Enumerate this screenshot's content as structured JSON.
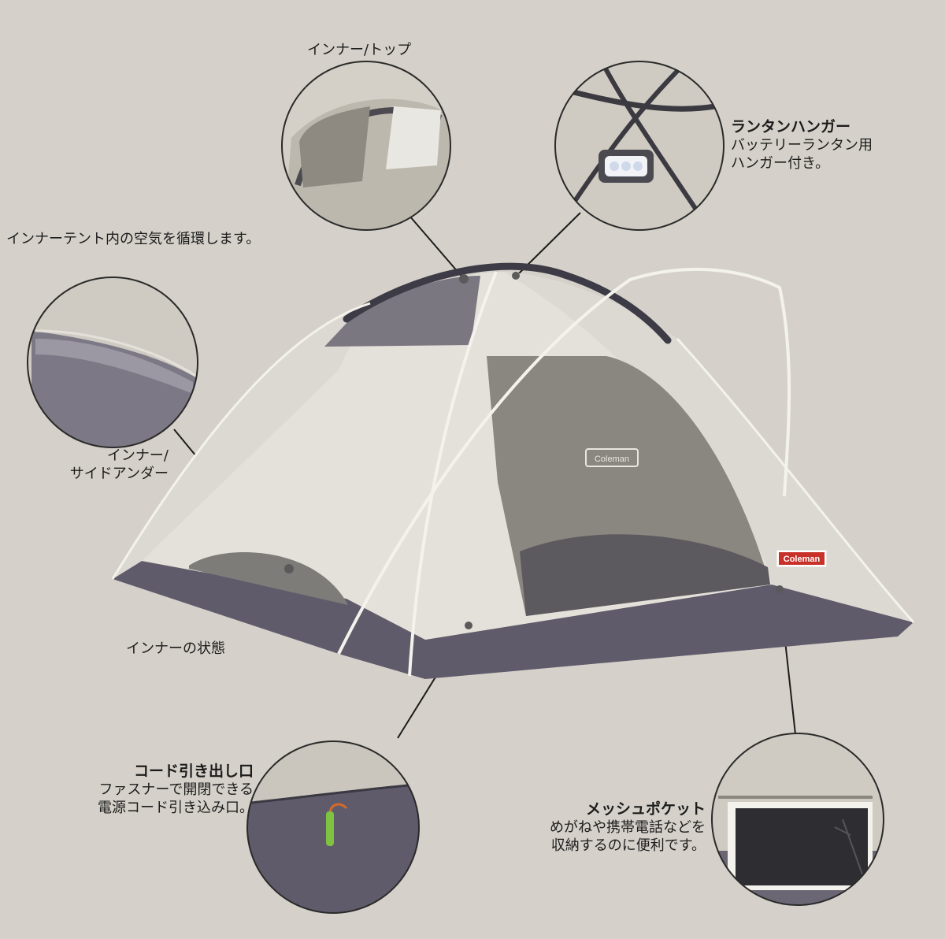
{
  "labels": {
    "inner_top": "インナー/トップ",
    "lantern_title": "ランタンハンガー",
    "lantern_line1": "バッテリーランタン用",
    "lantern_line2": "ハンガー付き。",
    "circulation": "インナーテント内の空気を循環します。",
    "inner_side_line1": "インナー/",
    "inner_side_line2": "サイドアンダー",
    "inner_state": "インナーの状態",
    "cord_title": "コード引き出し口",
    "cord_line1": "ファスナーで開閉できる",
    "cord_line2": "電源コード引き込み口。",
    "mesh_title": "メッシュポケット",
    "mesh_line1": "めがねや携帯電話などを",
    "mesh_line2": "収納するのに便利です。"
  },
  "logos": {
    "door_logo": "Coleman",
    "corner_logo": "Coleman"
  },
  "colors": {
    "background": "#d5d1ca",
    "tent_body": "#e4e1da",
    "tent_floor": "#5f5b6b",
    "mesh_panel": "#8a8780",
    "logo_red": "#c8312a"
  }
}
